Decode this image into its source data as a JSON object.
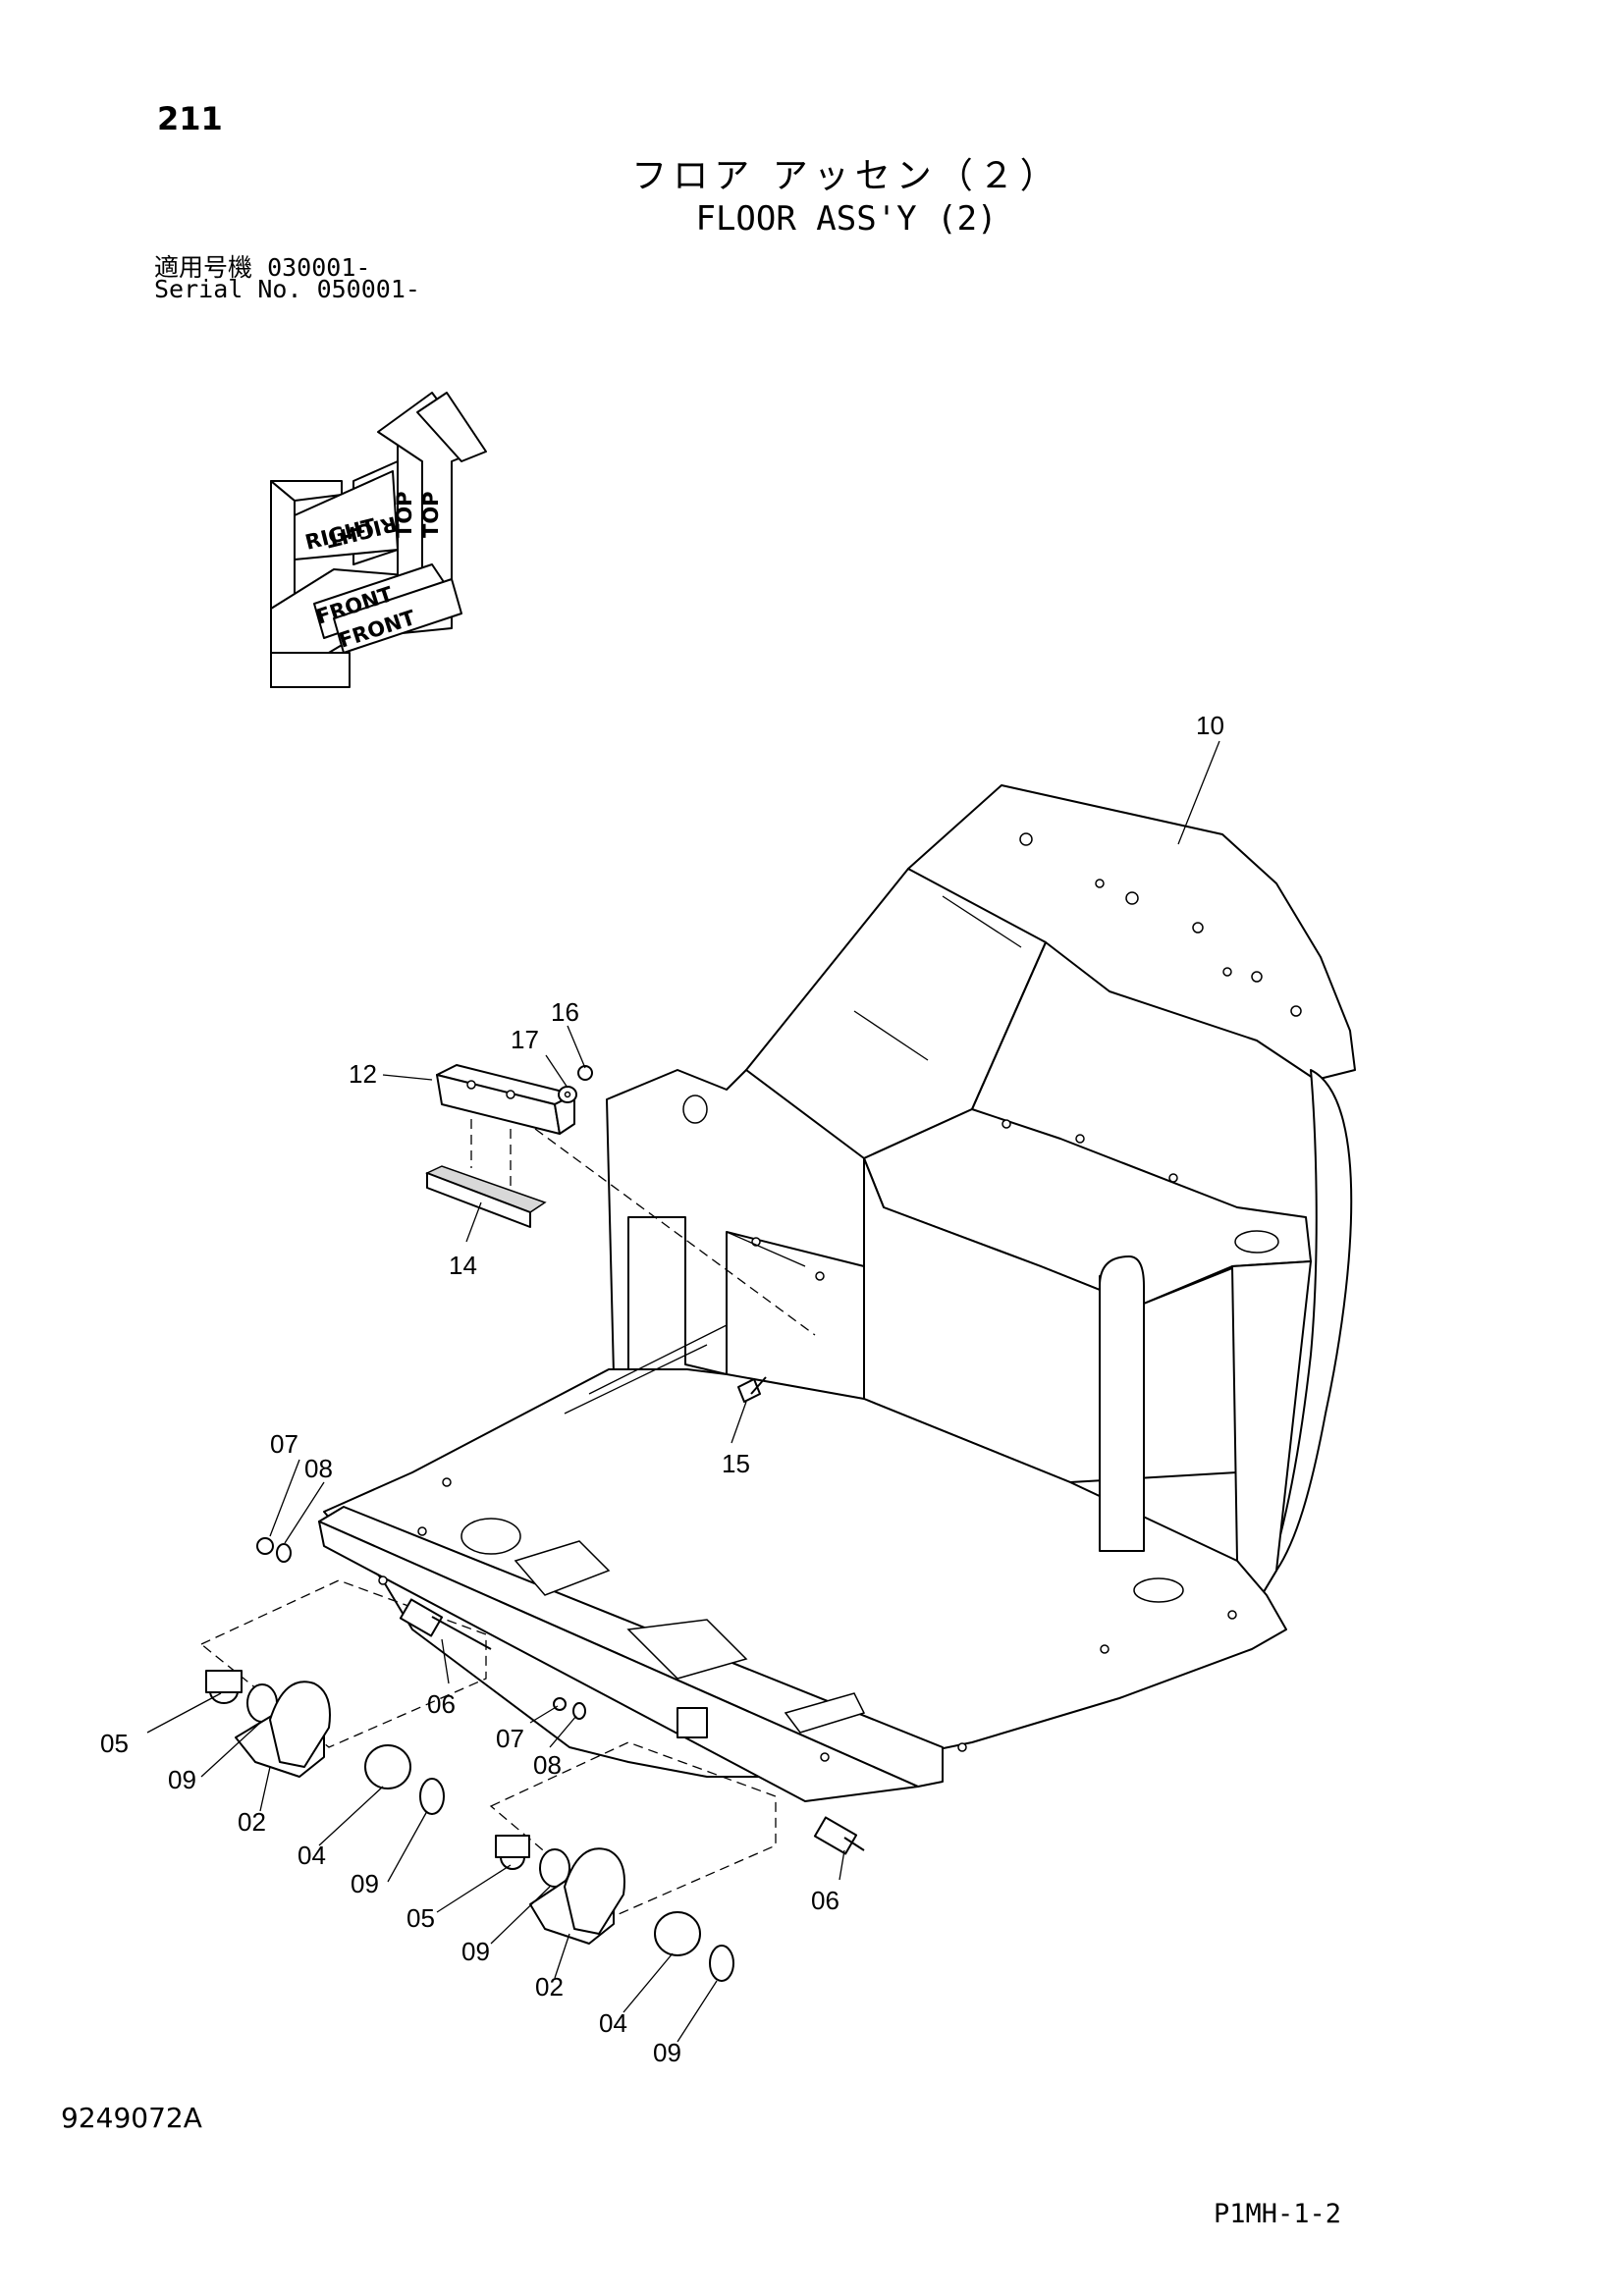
{
  "page_number": "211",
  "title_jp": "フロア アッセン（２）",
  "title_en": "FLOOR ASS'Y (2)",
  "serial": {
    "label_jp": "適用号機",
    "value_jp": "030001-",
    "label_en": "Serial No.",
    "value_en": "050001-"
  },
  "orientation_labels": {
    "top": "TOP",
    "right": "RIGHT",
    "front": "FRONT"
  },
  "callouts": [
    "10",
    "16",
    "17",
    "12",
    "14",
    "15",
    "07",
    "08",
    "05",
    "06",
    "09",
    "02",
    "04",
    "07",
    "08",
    "05",
    "09",
    "02",
    "04",
    "09",
    "06",
    "09"
  ],
  "drawing_number": "9249072A",
  "page_code": "P1MH-1-2"
}
